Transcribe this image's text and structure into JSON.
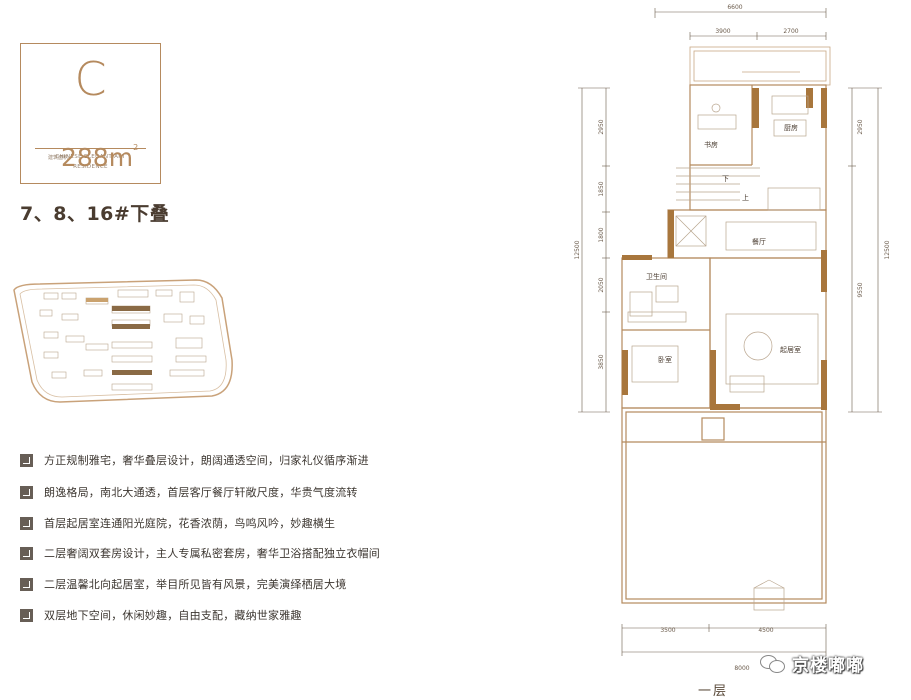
{
  "badge": {
    "letter": "C",
    "tagline_1": "CHINESE ELEGANT ART",
    "tagline_2": "RESIDENCE",
    "area_label": "建筑面积",
    "area_value": "288",
    "area_unit": "m",
    "area_sup": "2"
  },
  "building_label": "7、8、16#下叠",
  "features": [
    "方正规制雅宅，奢华叠层设计，朗阔通透空间，归家礼仪循序渐进",
    "朗逸格局，南北大通透，首层客厅餐厅轩敞尺度，华贵气度流转",
    "首层起居室连通阳光庭院，花香浓荫，鸟鸣风吟，妙趣横生",
    "二层奢阔双套房设计，主人专属私密套房，奢华卫浴搭配独立衣帽间",
    "二层温馨北向起居室，举目所见皆有风景，完美演绎栖居大境",
    "双层地下空间，休闲妙趣，自由支配，藏纳世家雅趣"
  ],
  "plan": {
    "title": "一层",
    "rooms": {
      "study": "书房",
      "kitchen": "厨房",
      "down": "下",
      "up": "上",
      "dining": "餐厅",
      "bathroom": "卫生间",
      "bedroom": "卧室",
      "living": "起居室"
    },
    "dims_top": {
      "total": "6600",
      "left": "3900",
      "right": "2700"
    },
    "dims_left": {
      "total": "12500",
      "d1": "2950",
      "d2": "1850",
      "d3": "1800",
      "d4": "2050",
      "d5": "3850"
    },
    "dims_right": {
      "total": "12500",
      "d1": "2950",
      "d2": "9550"
    },
    "dims_bottom": {
      "total": "8000",
      "left": "3500",
      "right": "4500"
    }
  },
  "watermark": {
    "text": "京楼嘟嘟"
  },
  "colors": {
    "accent": "#b58a5e",
    "wall": "#a8763c",
    "text": "#3c3630",
    "bullet": "#675e56"
  }
}
